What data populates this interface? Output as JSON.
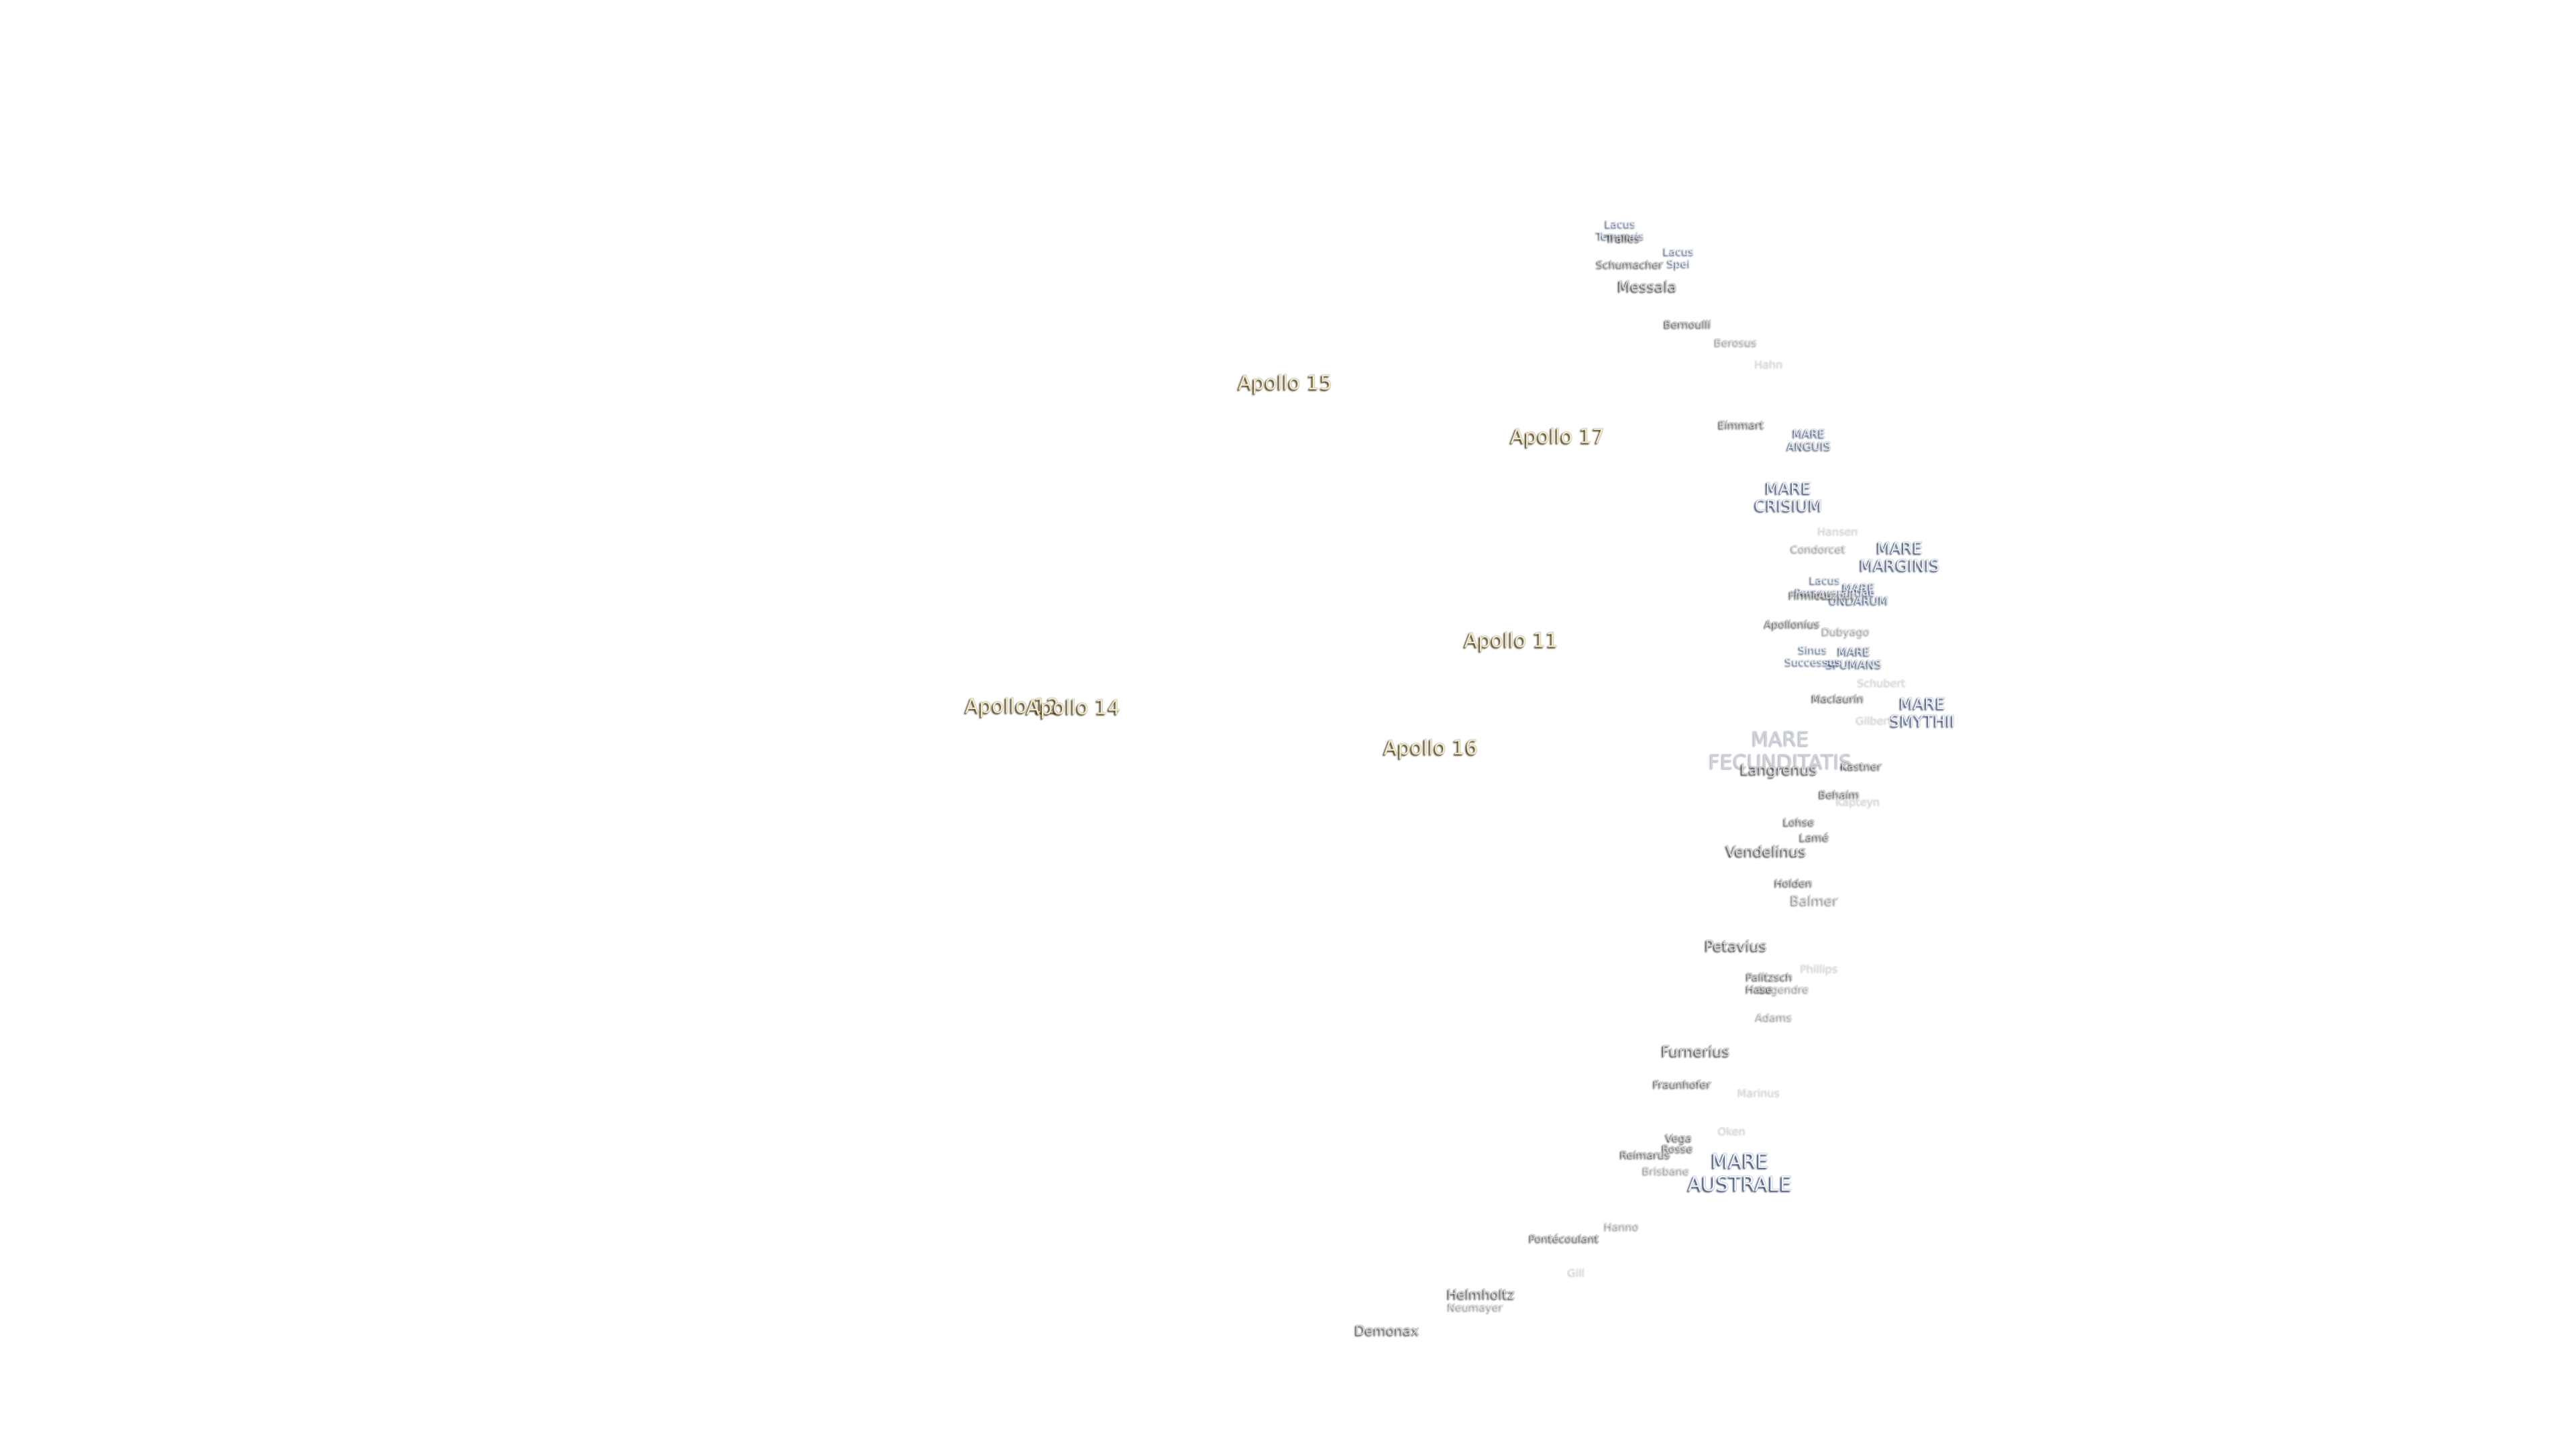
{
  "map": {
    "apollo_sites": [
      {
        "label": "Apollo 15"
      },
      {
        "label": "Apollo 17"
      },
      {
        "label": "Apollo 11"
      },
      {
        "label": "Apollo 12"
      },
      {
        "label": "Apollo 14"
      },
      {
        "label": "Apollo 16"
      }
    ],
    "maria": [
      {
        "label": "MARE ANGUIS"
      },
      {
        "label": "MARE CRISIUM"
      },
      {
        "label": "MARE MARGINIS"
      },
      {
        "label": "MARE UNDARUM"
      },
      {
        "label": "MARE SPUMANS"
      },
      {
        "label": "MARE SMYTHII"
      },
      {
        "label": "MARE FECUNDITATIS"
      },
      {
        "label": "MARE AUSTRALE"
      }
    ],
    "lacus": [
      {
        "label": "Lacus Temporis"
      },
      {
        "label": "Lacus Spei"
      },
      {
        "label": "Lacus Perseverantiae"
      }
    ],
    "sinus": [
      {
        "label": "Sinus Successus"
      }
    ],
    "craters": [
      {
        "label": "Tralles"
      },
      {
        "label": "Schumacher"
      },
      {
        "label": "Messala"
      },
      {
        "label": "Bernoulli"
      },
      {
        "label": "Berosus"
      },
      {
        "label": "Hahn"
      },
      {
        "label": "Eimmart"
      },
      {
        "label": "Hansen"
      },
      {
        "label": "Condorcet"
      },
      {
        "label": "Apollonius"
      },
      {
        "label": "Dubyago"
      },
      {
        "label": "Firmicus"
      },
      {
        "label": "Auzout"
      },
      {
        "label": "Schubert"
      },
      {
        "label": "Maclaurin"
      },
      {
        "label": "Gilbert"
      },
      {
        "label": "Kastner"
      },
      {
        "label": "Langrenus"
      },
      {
        "label": "Behaim"
      },
      {
        "label": "Kapteyn"
      },
      {
        "label": "Lohse"
      },
      {
        "label": "Lamé"
      },
      {
        "label": "Vendelinus"
      },
      {
        "label": "Holden"
      },
      {
        "label": "Balmer"
      },
      {
        "label": "Petavius"
      },
      {
        "label": "Phillips"
      },
      {
        "label": "Palitzsch"
      },
      {
        "label": "Legendre"
      },
      {
        "label": "Hase"
      },
      {
        "label": "Adams"
      },
      {
        "label": "Furnerius"
      },
      {
        "label": "Fraunhofer"
      },
      {
        "label": "Marinus"
      },
      {
        "label": "Oken"
      },
      {
        "label": "Vega"
      },
      {
        "label": "Rosse"
      },
      {
        "label": "Reimarus"
      },
      {
        "label": "Brisbane"
      },
      {
        "label": "Hanno"
      },
      {
        "label": "Pontécoulant"
      },
      {
        "label": "Gill"
      },
      {
        "label": "Helmholtz"
      },
      {
        "label": "Neumayer"
      },
      {
        "label": "Demonax"
      }
    ]
  }
}
